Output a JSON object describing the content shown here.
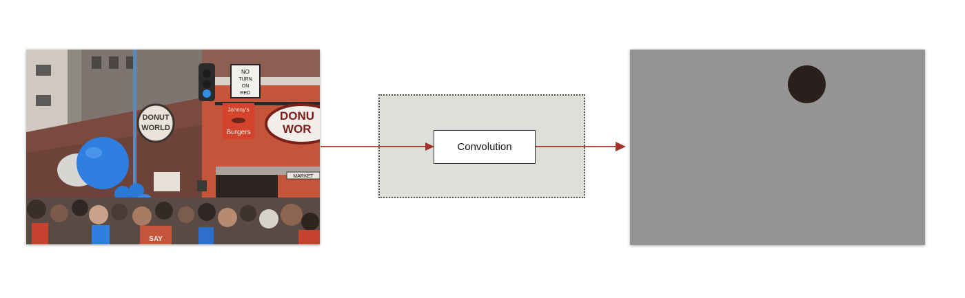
{
  "diagram": {
    "operation_label": "Convolution"
  },
  "photo": {
    "signs": {
      "traffic_sign": [
        "NO",
        "TURN",
        "ON",
        "RED"
      ],
      "donut_world_left": [
        "DONUT",
        "WORLD"
      ],
      "donut_world_right": [
        "DONU",
        "WOR"
      ],
      "johnnys": "Johnny's",
      "burgers": "Burgers",
      "market": "MARKET",
      "shirt": "SAY"
    }
  },
  "colors": {
    "arrow": "#a3332a",
    "conv_region": "#dedfda",
    "output_bg": "#959493",
    "output_dot": "#2a1f1f",
    "balloon": "#2f7fe0"
  }
}
